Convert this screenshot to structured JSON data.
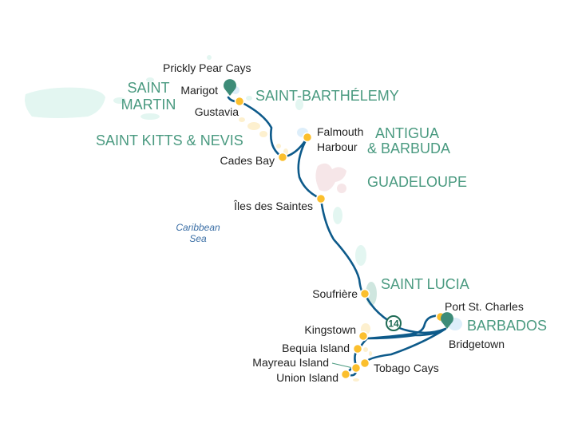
{
  "map": {
    "sea_label": [
      "Caribbean",
      "Sea"
    ],
    "countries": {
      "saint_martin": [
        "SAINT",
        "MARTIN"
      ],
      "saint_barthelemy": "SAINT-BARTHÉLEMY",
      "saint_kitts_nevis": "SAINT KITTS & NEVIS",
      "antigua_barbuda": [
        "ANTIGUA",
        "& BARBUDA"
      ],
      "guadeloupe": "GUADELOUPE",
      "saint_lucia": "SAINT LUCIA",
      "barbados": "BARBADOS"
    },
    "ports": {
      "prickly_pear": "Prickly Pear Cays",
      "marigot": "Marigot",
      "gustavia": "Gustavia",
      "falmouth": [
        "Falmouth",
        "Harbour"
      ],
      "cades_bay": "Cades Bay",
      "iles_des_saintes": "Îles des Saintes",
      "soufriere": "Soufrière",
      "port_st_charles": "Port St. Charles",
      "bridgetown": "Bridgetown",
      "kingstown": "Kingstown",
      "bequia": "Bequia Island",
      "mayreau": "Mayreau Island",
      "tobago_cays": "Tobago Cays",
      "union": "Union Island"
    },
    "nights_badge": "14",
    "colors": {
      "route": "#0d5a8a",
      "port_dot": "#fbbf2d",
      "pin": "#3d8c78",
      "country_label": "#4a9a80"
    }
  }
}
